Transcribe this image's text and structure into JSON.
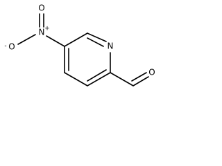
{
  "molecule": {
    "atoms": {
      "ring_nitrogen": "N",
      "nitro_nitrogen": "N",
      "nitro_oxygen_top": "O",
      "nitro_oxygen_left": "O",
      "nitro_oxygen_left_charge": "-",
      "nitro_nitrogen_charge": "+",
      "aldehyde_oxygen": "O"
    },
    "colors": {
      "bond": "#000000",
      "text": "#000000",
      "background": "#ffffff"
    }
  }
}
